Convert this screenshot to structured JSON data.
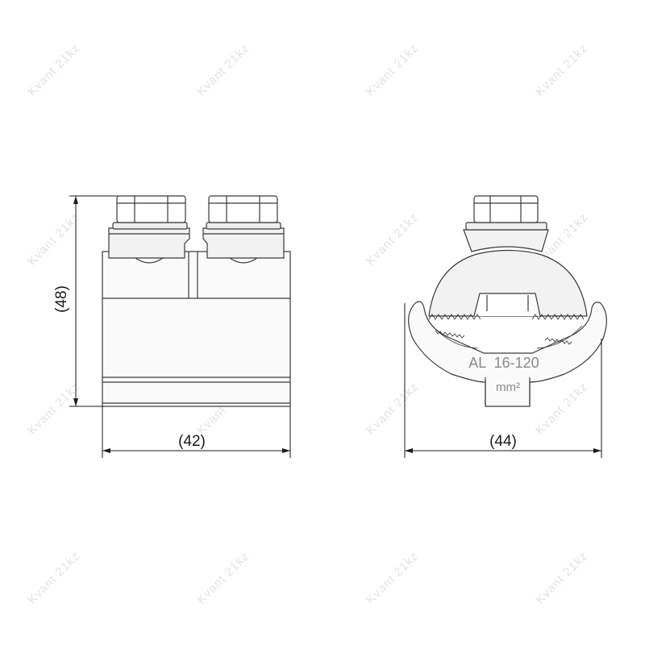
{
  "watermark": "Kvant 21kz",
  "side_view": {
    "width_label": "(42)",
    "height_label": "(48)"
  },
  "front_view": {
    "width_label": "(44)",
    "marking_line1": "AL  16-120",
    "marking_line2": "mm²"
  }
}
